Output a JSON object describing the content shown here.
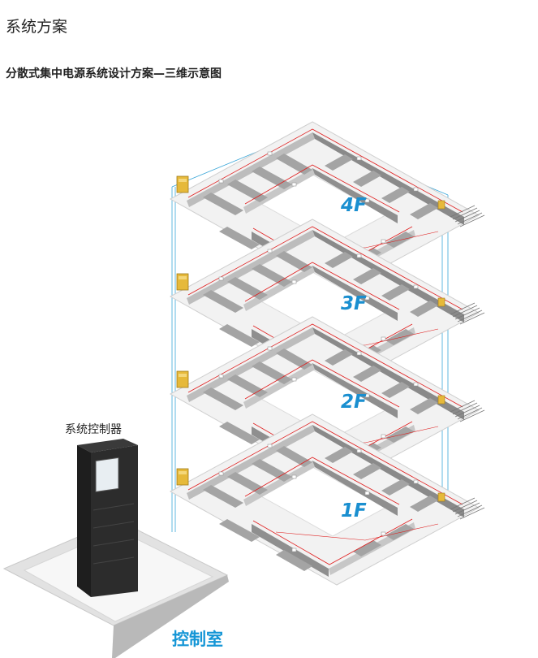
{
  "header": {
    "title": "系统方案",
    "subtitle": "分散式集中电源系统设计方案—三维示意图"
  },
  "diagram": {
    "floors": [
      {
        "id": "4F",
        "label": "4F"
      },
      {
        "id": "3F",
        "label": "3F"
      },
      {
        "id": "2F",
        "label": "2F"
      },
      {
        "id": "1F",
        "label": "1F"
      }
    ],
    "controller_label": "系统控制器",
    "control_room_label": "控制室",
    "colors": {
      "label_blue": "#1a8fd0",
      "riser_blue": "#3aa6d8",
      "wiring_red": "#e02020",
      "wall_top": "#d9d9d9",
      "wall_side": "#8c8c8c",
      "floor": "#f1f1f1",
      "panel_yellow": "#e6b93a",
      "cabinet": "#2a2a2a"
    }
  }
}
